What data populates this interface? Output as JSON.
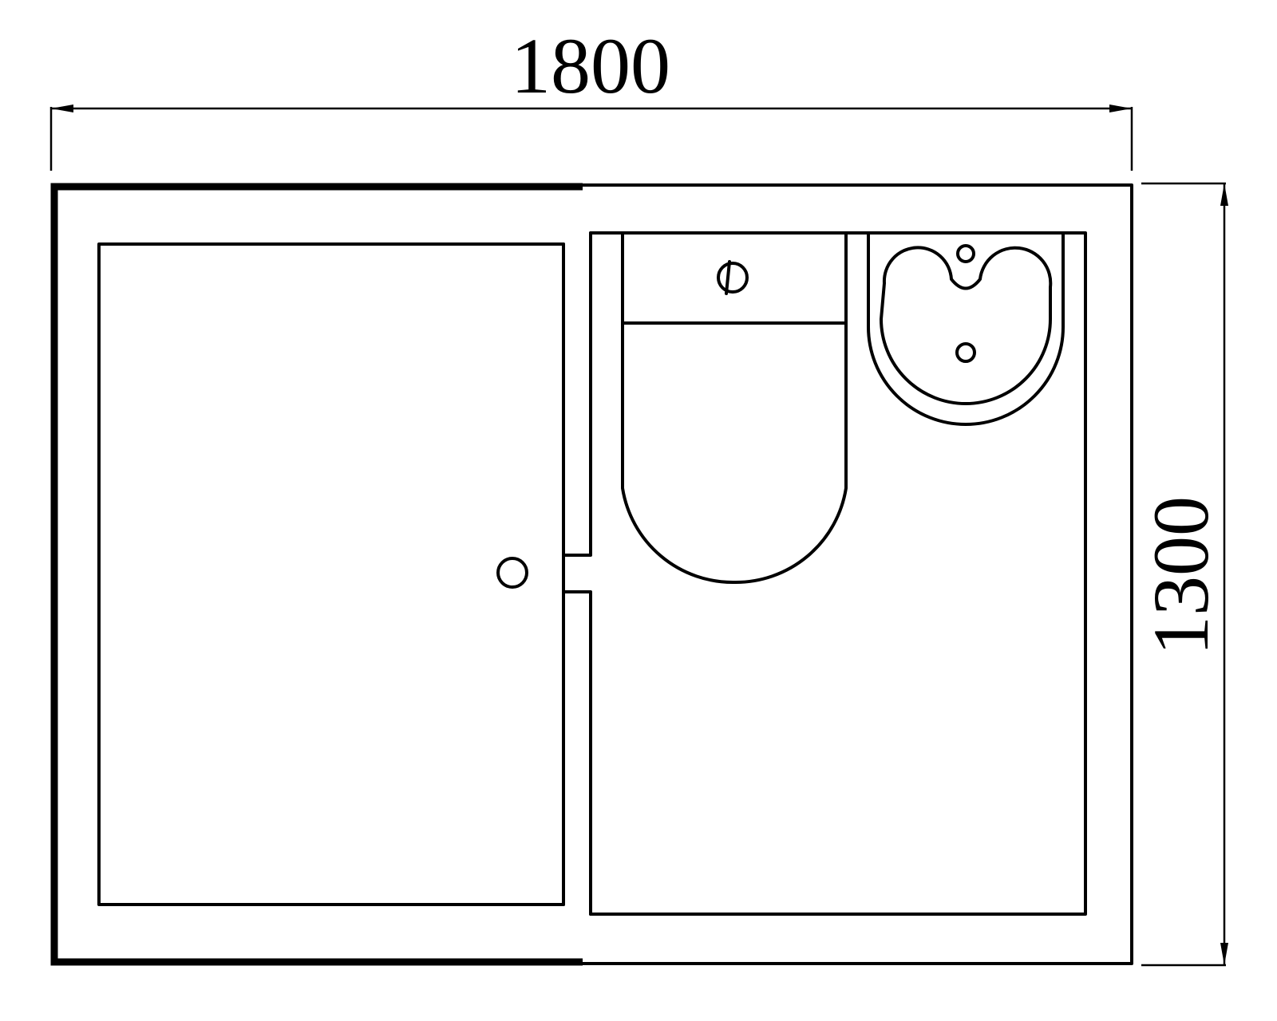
{
  "dimensions": {
    "width_label": "1800",
    "height_label": "1300"
  },
  "fixtures": {
    "shower_tray": "shower-tray",
    "toilet": "toilet",
    "washbasin": "washbasin",
    "floor_drain": "floor-drain"
  },
  "colors": {
    "line": "#000000",
    "background": "#ffffff"
  }
}
